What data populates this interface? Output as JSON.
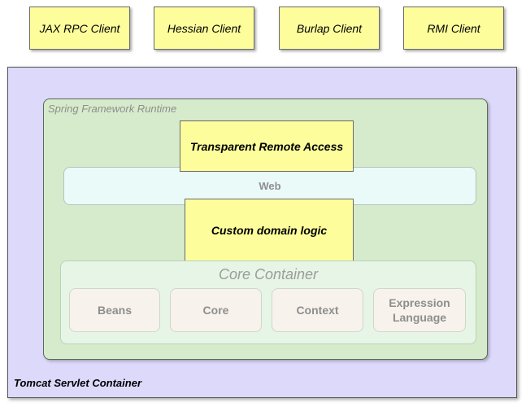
{
  "clients": [
    {
      "label": "JAX RPC Client"
    },
    {
      "label": "Hessian Client"
    },
    {
      "label": "Burlap Client"
    },
    {
      "label": "RMI Client"
    }
  ],
  "tomcat": {
    "label": "Tomcat Servlet Container"
  },
  "spring": {
    "label": "Spring Framework Runtime"
  },
  "remote_access": {
    "label": "Transparent Remote Access"
  },
  "web": {
    "label": "Web"
  },
  "domain_logic": {
    "label": "Custom domain logic"
  },
  "core_container": {
    "label": "Core Container",
    "modules": [
      {
        "label": "Beans"
      },
      {
        "label": "Core"
      },
      {
        "label": "Context"
      },
      {
        "label": "Expression Language"
      }
    ]
  },
  "colors": {
    "yellow_box": "#fdfd9c",
    "tomcat_bg": "#dcd9fb",
    "spring_bg": "#d6ebcb",
    "web_bg": "#eafaf8",
    "core_bg": "#e6f5e5",
    "module_bg": "#f8f2ec"
  }
}
